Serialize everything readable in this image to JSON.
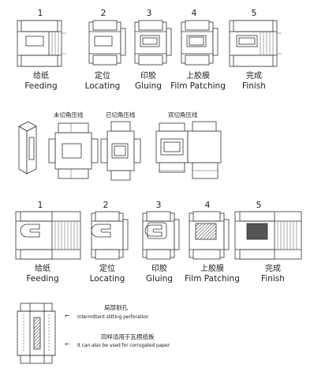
{
  "row1": {
    "steps": [
      {
        "num": "1",
        "zh": "给纸",
        "en": "Feeding"
      },
      {
        "num": "2",
        "zh": "定位",
        "en": "Locating"
      },
      {
        "num": "3",
        "zh": "印胶",
        "en": "Gluing"
      },
      {
        "num": "4",
        "zh": "上胶膜",
        "en": "Film Patching"
      },
      {
        "num": "5",
        "zh": "完成",
        "en": "Finish"
      }
    ]
  },
  "middle": {
    "labels": [
      "未切角压线",
      "已切角压线",
      "双切角压线"
    ]
  },
  "row2": {
    "steps": [
      {
        "num": "1",
        "zh": "给纸",
        "en": "Feeding"
      },
      {
        "num": "2",
        "zh": "定位",
        "en": "Locating"
      },
      {
        "num": "3",
        "zh": "印胶",
        "en": "Gluing"
      },
      {
        "num": "4",
        "zh": "上胶膜",
        "en": "Film Patching"
      },
      {
        "num": "5",
        "zh": "完成",
        "en": "Finish"
      }
    ]
  },
  "notes": {
    "perforation_zh": "局部割孔",
    "perforation_en": "Intermittent slitting perforation",
    "corrugated_zh": "同样适用于瓦楞纸板",
    "corrugated_en": "It can also be used for corrugated paper",
    "arrow": "←"
  }
}
